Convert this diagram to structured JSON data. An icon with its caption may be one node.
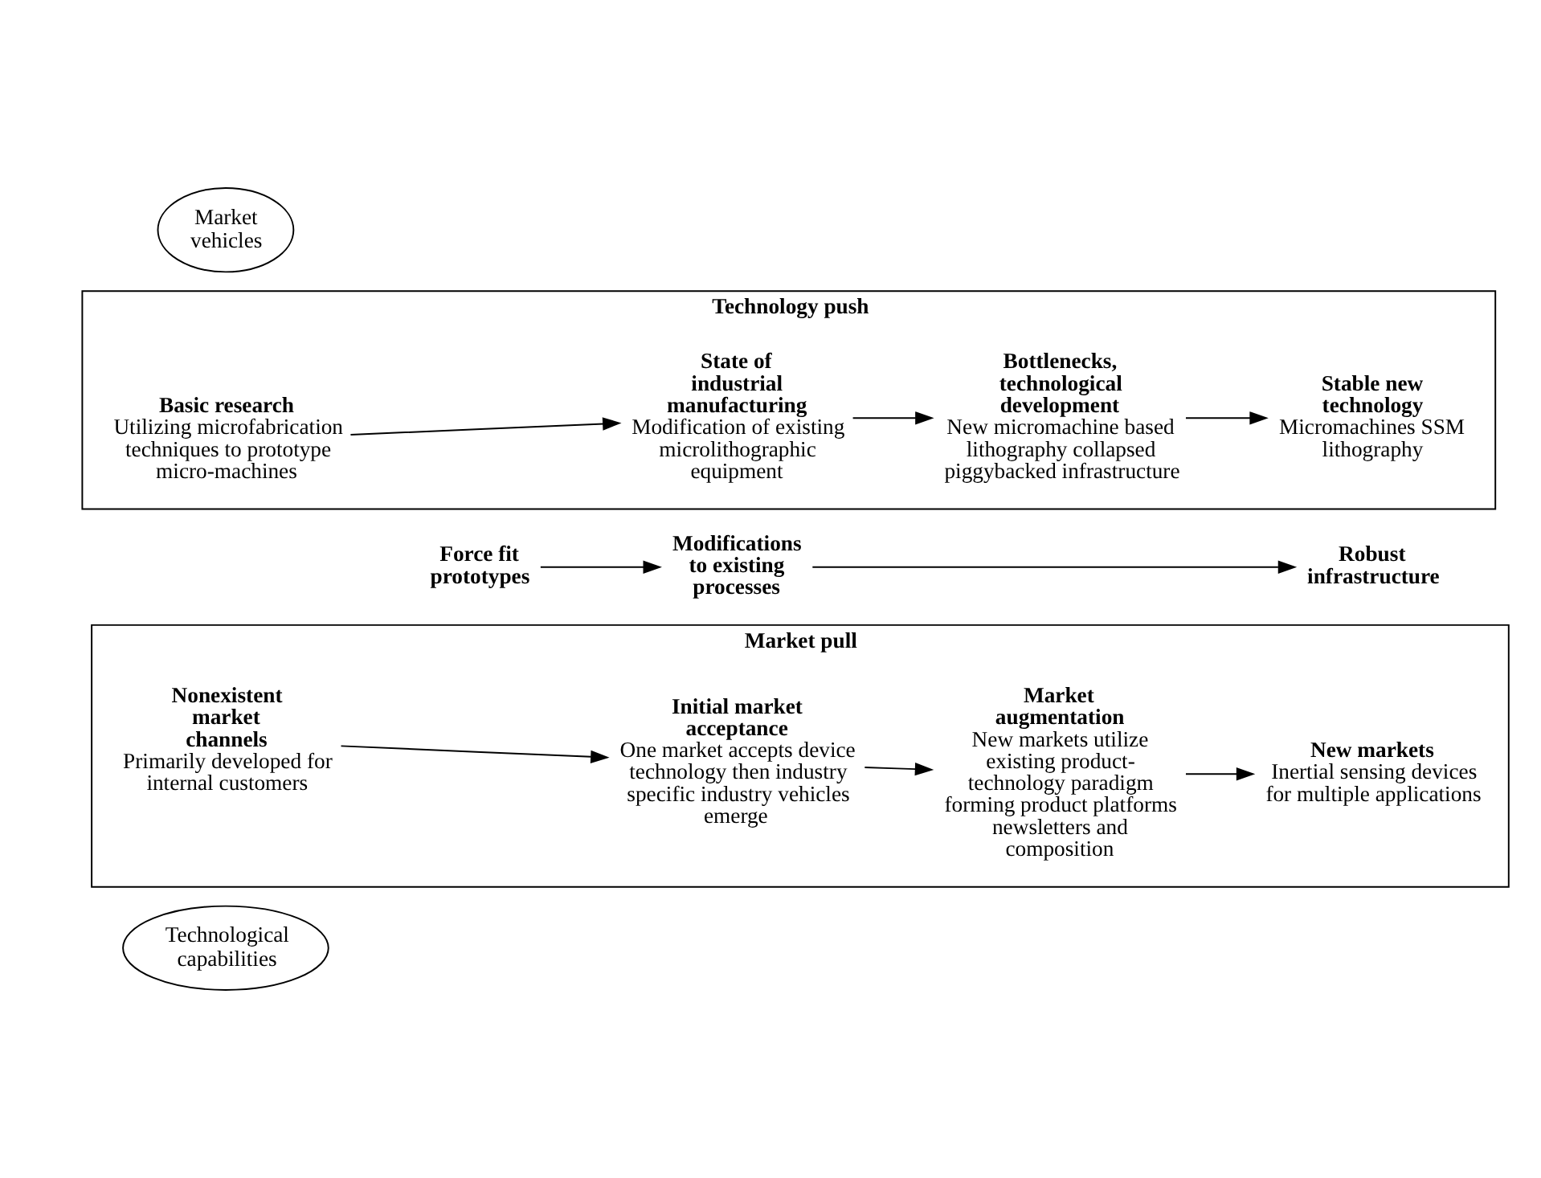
{
  "diagram": {
    "nodes": [
      {
        "text": [
          "Technological capabilities"
        ]
      },
      {
        "text": [
          "Technology push"
        ]
      },
      {
        "text": [
          "Basic research",
          "Utilizing microfabrication techniques to prototype micro-machines"
        ],
        "in": 1
      },
      {
        "text": [
          "State of industrial manufacturing",
          "Modification of existing microlithographic equipment"
        ],
        "in": 1
      },
      {
        "text": [
          "Bottlenecks, technological development",
          "New micromachine based lithography collapsed piggybacked infrastructure"
        ],
        "in": 1
      },
      {
        "text": [
          "Stable new technology",
          "Micromachines SSM lithography"
        ],
        "in": 1
      },
      {
        "text": [
          "Force fit prototypes"
        ]
      },
      {
        "text": [
          "Modifications to existing processes"
        ]
      },
      {
        "text": [
          "Robust infrastructure"
        ]
      },
      {
        "text": [
          "Market pull"
        ]
      },
      {
        "text": [
          "Nonexistent market channels",
          "Primarily developed for internal customers"
        ],
        "in": 9
      },
      {
        "text": [
          "Initial market acceptance",
          "One market accepts device technology then industry specific industry vehicles emerge"
        ],
        "in": 9
      },
      {
        "text": [
          "Market augmentation",
          "New markets utilize existing product-technology paradigm forming product platforms newsletters and composition"
        ],
        "in": 9
      },
      {
        "text": [
          "New markets",
          "Inertial sensing devices for multiple applications"
        ],
        "in": 9
      },
      {
        "text": [
          "Market vehicles"
        ]
      }
    ],
    "edges": [
      {
        "from": 2,
        "to": 3,
        "arrow": "to"
      },
      {
        "from": 3,
        "to": 4,
        "arrow": "to"
      },
      {
        "from": 4,
        "to": 5,
        "arrow": "to"
      },
      {
        "from": 6,
        "to": 7,
        "arrow": "to"
      },
      {
        "from": 7,
        "to": 8,
        "arrow": "to"
      },
      {
        "from": 10,
        "to": 11,
        "arrow": "to"
      },
      {
        "from": 11,
        "to": 12,
        "arrow": "to"
      },
      {
        "from": 12,
        "to": 13,
        "arrow": "to"
      }
    ]
  }
}
